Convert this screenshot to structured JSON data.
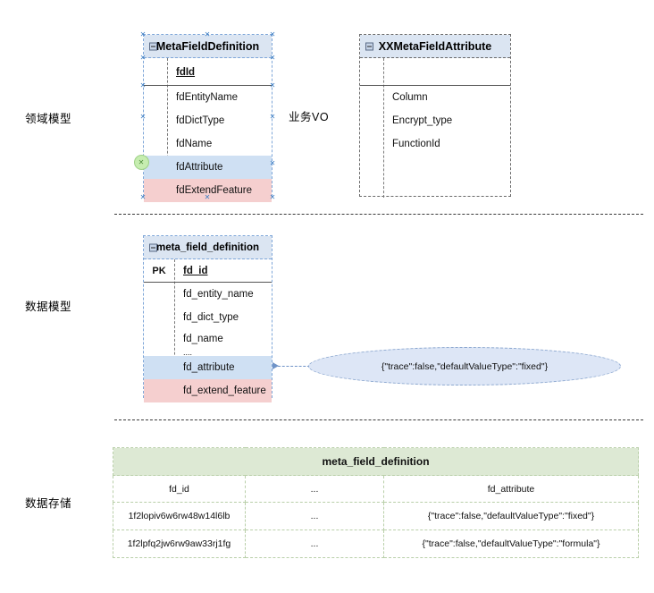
{
  "bands": [
    {
      "label": "领域模型"
    },
    {
      "label": "数据模型"
    },
    {
      "label": "数据存储"
    }
  ],
  "annotations": {
    "business_vo": "业务VO"
  },
  "domain_model": {
    "entity_left": {
      "title": "MetaFieldDefinition",
      "pk_row": "fdId",
      "rows": [
        {
          "name": "fdEntityName",
          "highlight": "none"
        },
        {
          "name": "fdDictType",
          "highlight": "none"
        },
        {
          "name": "fdName",
          "highlight": "none"
        },
        {
          "name": "fdAttribute",
          "highlight": "blue"
        },
        {
          "name": "fdExtendFeature",
          "highlight": "pink"
        }
      ]
    },
    "entity_right": {
      "title": "XXMetaFieldAttribute",
      "pk_row": "",
      "rows": [
        {
          "name": "Column",
          "highlight": "none"
        },
        {
          "name": "Encrypt_type",
          "highlight": "none"
        },
        {
          "name": "FunctionId",
          "highlight": "none"
        }
      ]
    }
  },
  "data_model": {
    "entity": {
      "title": "meta_field_definition",
      "pk_marker": "PK",
      "pk_row": "fd_id",
      "rows": [
        {
          "name": "fd_entity_name",
          "highlight": "none"
        },
        {
          "name": "fd_dict_type",
          "highlight": "none"
        },
        {
          "name": "fd_name",
          "highlight": "none"
        },
        {
          "name": "....",
          "highlight": "none"
        },
        {
          "name": "fd_attribute",
          "highlight": "blue"
        },
        {
          "name": "fd_extend_feature",
          "highlight": "pink"
        }
      ]
    },
    "note": "{\"trace\":false,\"defaultValueType\":\"fixed\"}"
  },
  "data_storage": {
    "table_title": "meta_field_definition",
    "columns": [
      "fd_id",
      "...",
      "fd_attribute"
    ],
    "rows": [
      [
        "1f2lopiv6w6rw48w14l6lb",
        "...",
        "{\"trace\":false,\"defaultValueType\":\"fixed\"}"
      ],
      [
        "1f2lpfq2jw6rw9aw33rj1fg",
        "...",
        "{\"trace\":false,\"defaultValueType\":\"formula\"}"
      ]
    ]
  },
  "colors": {
    "entity_header": "#dbe5f2",
    "highlight_blue": "#cfe0f3",
    "highlight_pink": "#f5cfcf",
    "table_header_green": "#dde9d4",
    "note_fill": "#dde6f6",
    "selection_blue": "#3d7ec4",
    "handle_green": "#c6edb0"
  }
}
